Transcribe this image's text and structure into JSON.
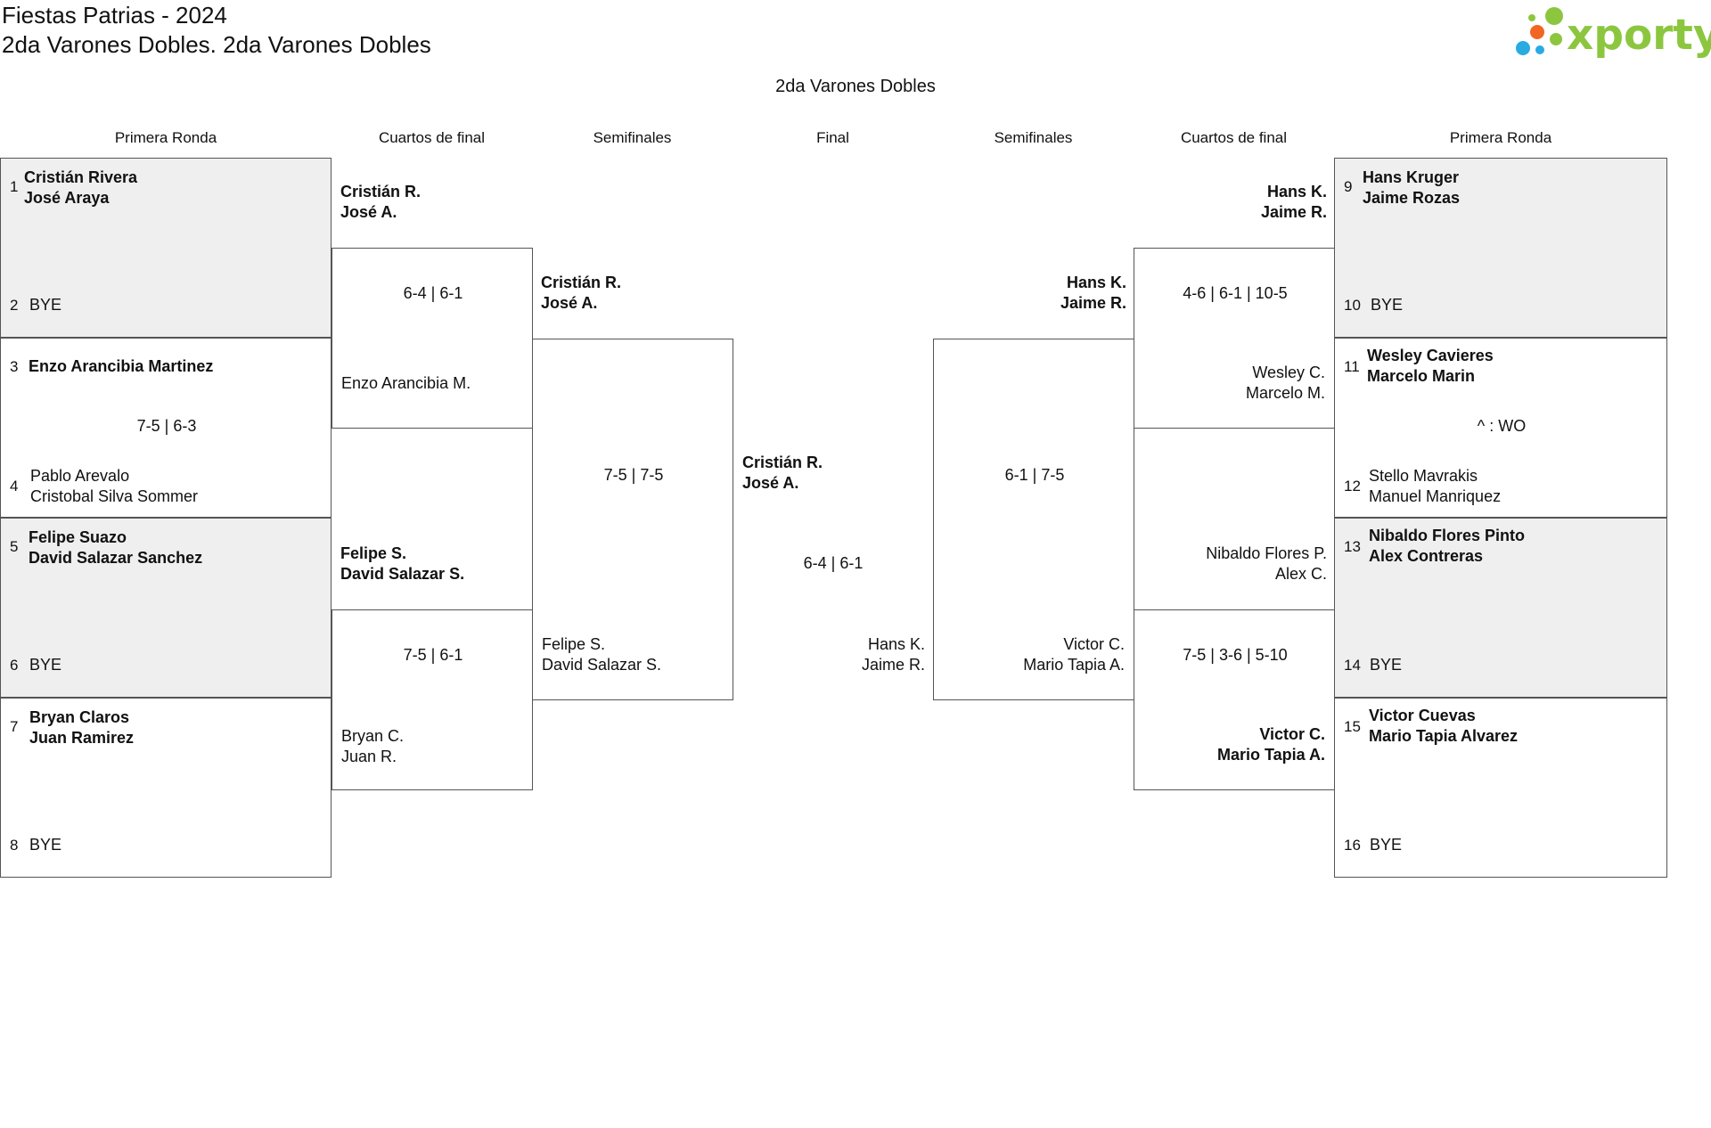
{
  "header": {
    "line1": "Fiestas Patrias - 2024",
    "line2": "2da Varones Dobles. 2da Varones Dobles",
    "event_name": "2da Varones Dobles",
    "logo_text": "xporty"
  },
  "colors": {
    "brand_green": "#8cc63f",
    "dot_orange": "#f26522",
    "dot_blue": "#29abe2"
  },
  "rounds": {
    "left_r1": "Primera Ronda",
    "left_qf": "Cuartos de final",
    "left_sf": "Semifinales",
    "final": "Final",
    "right_sf": "Semifinales",
    "right_qf": "Cuartos de final",
    "right_r1": "Primera Ronda"
  },
  "first_round_left": [
    {
      "seed_a": "1",
      "a1": "Cristián Rivera",
      "a2": "José Araya",
      "seed_b": "2",
      "b1": "BYE",
      "b2": "",
      "score": ""
    },
    {
      "seed_a": "3",
      "a1": "Enzo Arancibia Martinez",
      "a2": "",
      "seed_b": "4",
      "b1": "Pablo Arevalo",
      "b2": "Cristobal Silva Sommer",
      "score": "7-5 | 6-3"
    },
    {
      "seed_a": "5",
      "a1": "Felipe Suazo",
      "a2": "David Salazar Sanchez",
      "seed_b": "6",
      "b1": "BYE",
      "b2": "",
      "score": ""
    },
    {
      "seed_a": "7",
      "a1": "Bryan Claros",
      "a2": "Juan Ramirez",
      "seed_b": "8",
      "b1": "BYE",
      "b2": "",
      "score": ""
    }
  ],
  "first_round_right": [
    {
      "seed_a": "9",
      "a1": "Hans Kruger",
      "a2": "Jaime Rozas",
      "seed_b": "10",
      "b1": "BYE",
      "b2": "",
      "score": ""
    },
    {
      "seed_a": "11",
      "a1": "Wesley Cavieres",
      "a2": "Marcelo Marin",
      "seed_b": "12",
      "b1": "Stello Mavrakis",
      "b2": "Manuel Manriquez",
      "score": "^ : WO"
    },
    {
      "seed_a": "13",
      "a1": "Nibaldo Flores Pinto",
      "a2": "Alex Contreras",
      "seed_b": "14",
      "b1": "BYE",
      "b2": "",
      "score": ""
    },
    {
      "seed_a": "15",
      "a1": "Victor Cuevas",
      "a2": "Mario Tapia Alvarez",
      "seed_b": "16",
      "b1": "BYE",
      "b2": "",
      "score": ""
    }
  ],
  "qf_left": [
    {
      "a1": "Cristián R.",
      "a2": "José A.",
      "b1": "Enzo Arancibia M.",
      "b2": "",
      "score": "6-4 | 6-1"
    },
    {
      "a1": "Felipe S.",
      "a2": "David Salazar S.",
      "b1": "Bryan C.",
      "b2": "Juan R.",
      "score": "7-5 | 6-1"
    }
  ],
  "qf_right": [
    {
      "a1": "Hans K.",
      "a2": "Jaime R.",
      "b1": "Wesley C.",
      "b2": "Marcelo M.",
      "score": "4-6 | 6-1 | 10-5"
    },
    {
      "a1": "Nibaldo Flores P.",
      "a2": "Alex C.",
      "b1": "Victor C.",
      "b2": "Mario Tapia A.",
      "score": "7-5 | 3-6 | 5-10"
    }
  ],
  "sf_left": {
    "a1": "Cristián R.",
    "a2": "José A.",
    "b1": "Felipe S.",
    "b2": "David Salazar S.",
    "score": "7-5 | 7-5"
  },
  "sf_right": {
    "a1": "Hans K.",
    "a2": "Jaime R.",
    "b1": "Victor C.",
    "b2": "Mario Tapia A.",
    "score": "6-1 | 7-5"
  },
  "final": {
    "a1": "Cristián R.",
    "a2": "José A.",
    "b1": "Hans K.",
    "b2": "Jaime R.",
    "score": "6-4 | 6-1"
  }
}
